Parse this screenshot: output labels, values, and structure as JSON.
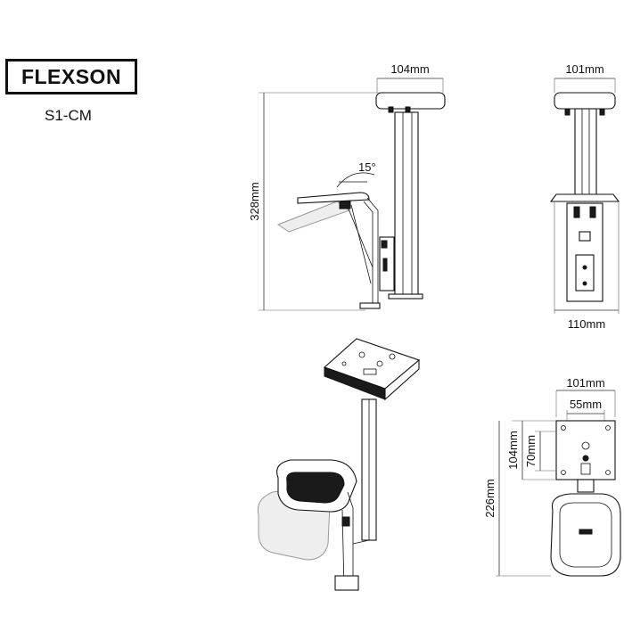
{
  "brand": {
    "logo_text": "FLEXSON",
    "model": "S1-CM"
  },
  "side_view": {
    "width_label": "104mm",
    "height_label": "328mm",
    "angle_label": "15°"
  },
  "front_view": {
    "top_width_label": "101mm",
    "bottom_width_label": "110mm"
  },
  "top_view": {
    "width_label": "101mm",
    "inner_width_label": "55mm",
    "depth_label": "104mm",
    "inner_depth_label": "70mm",
    "total_label": "226mm"
  }
}
